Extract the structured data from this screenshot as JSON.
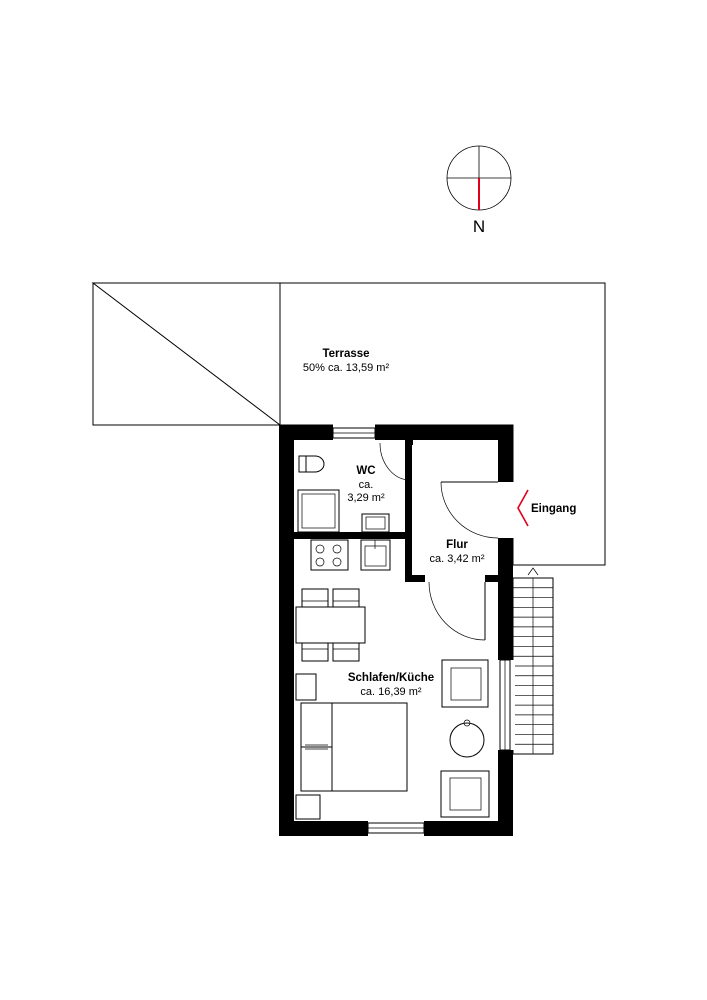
{
  "compass": {
    "north_label": "N",
    "needle_color": "#e0001b"
  },
  "entrance": {
    "label": "Eingang",
    "arrow_color": "#e0001b"
  },
  "rooms": {
    "terrasse": {
      "name": "Terrasse",
      "area": "50% ca. 13,59 m²"
    },
    "wc": {
      "name": "WC",
      "area_line1": "ca.",
      "area_line2": "3,29 m²"
    },
    "flur": {
      "name": "Flur",
      "area": "ca. 3,42 m²"
    },
    "schlafen": {
      "name": "Schlafen/Küche",
      "area": "ca. 16,39 m²"
    }
  }
}
